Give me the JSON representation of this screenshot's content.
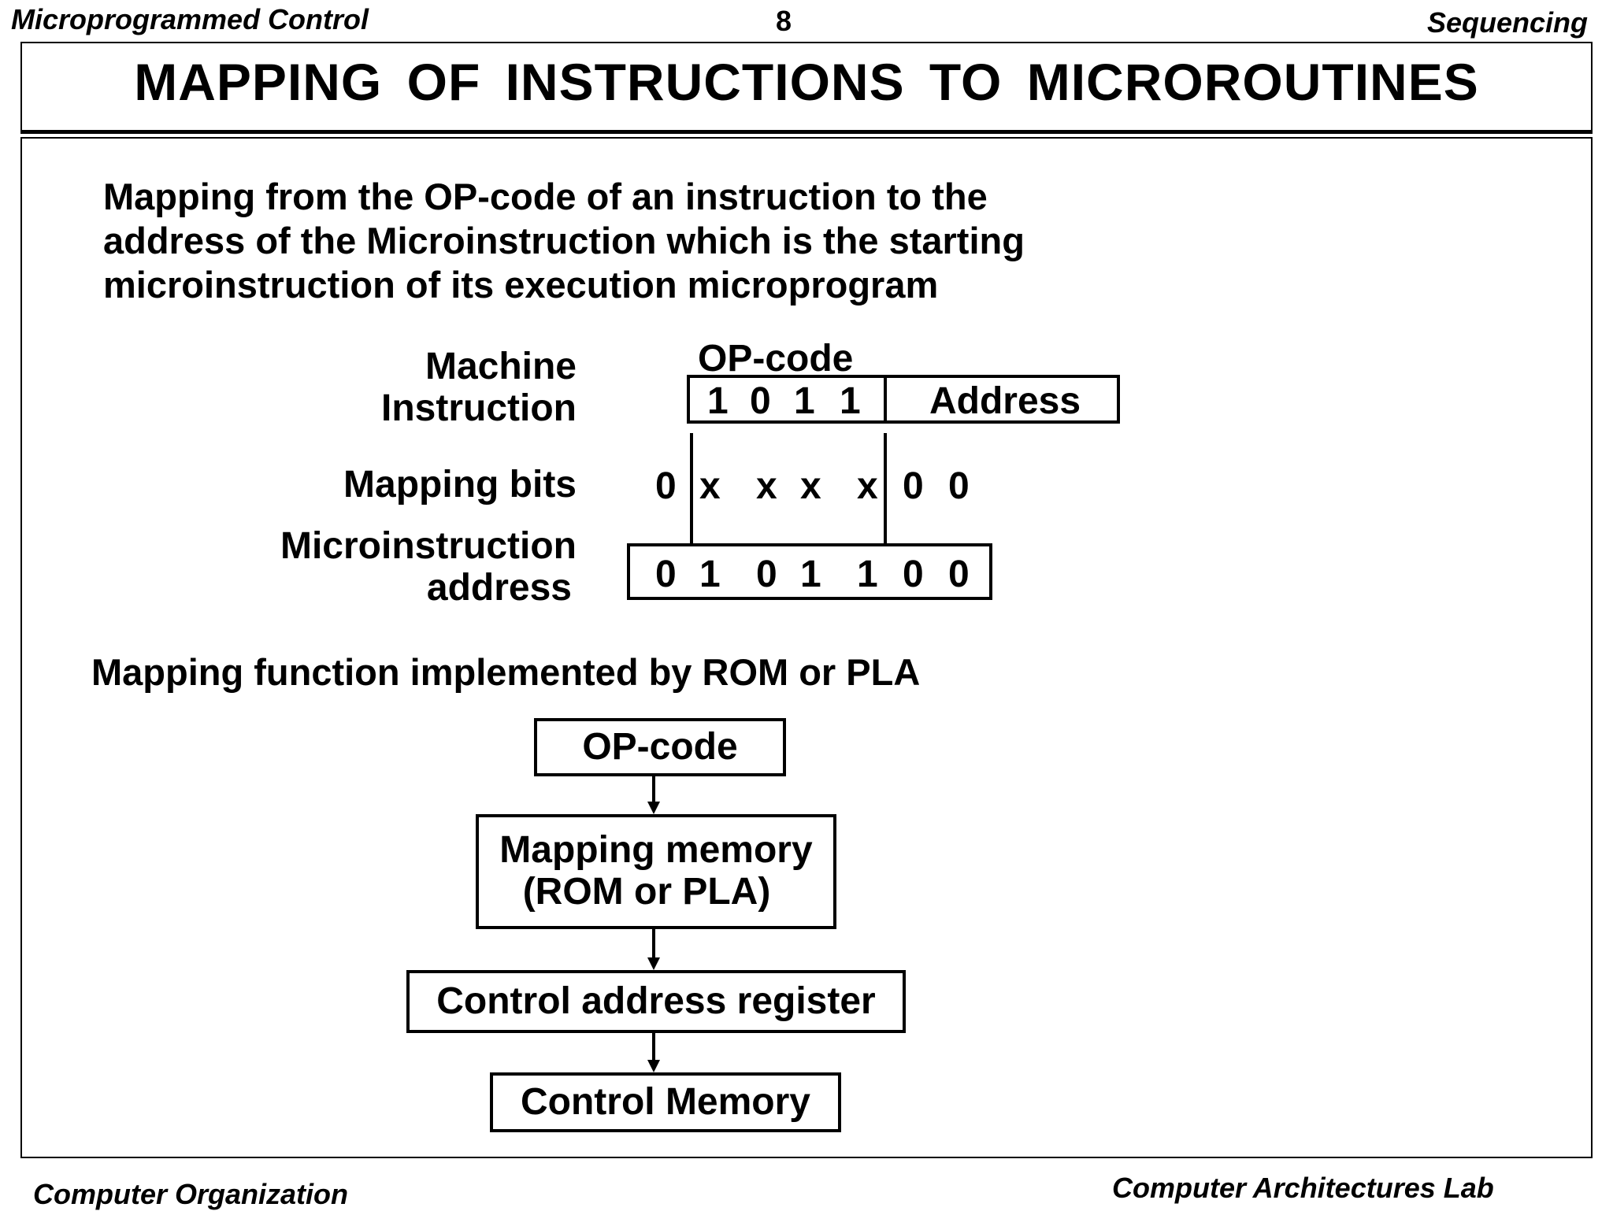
{
  "header": {
    "left": "Microprogrammed Control",
    "page_number": "8",
    "right": "Sequencing"
  },
  "title": "MAPPING  OF  INSTRUCTIONS  TO  MICROROUTINES",
  "intro": {
    "line1": "Mapping from the OP-code of an instruction to the",
    "line2": "address of the Microinstruction which is the starting",
    "line3": "microinstruction of its execution microprogram"
  },
  "mapping_diagram": {
    "machine_instruction_label_line1": "Machine",
    "machine_instruction_label_line2": "Instruction",
    "opcode_label": "OP-code",
    "opcode_bits": [
      "1",
      "0",
      "1",
      "1"
    ],
    "address_field": "Address",
    "mapping_bits_label": "Mapping bits",
    "mapping_bits": [
      "0",
      "x",
      "x",
      "x",
      "x",
      "0",
      "0"
    ],
    "microinstruction_address_label_line1": "Microinstruction",
    "microinstruction_address_label_line2": "address",
    "microinstruction_address_bits": [
      "0",
      "1",
      "0",
      "1",
      "1",
      "0",
      "0"
    ]
  },
  "mapping_function_heading": "Mapping function implemented by ROM or PLA",
  "flow": {
    "opcode": "OP-code",
    "mapping_memory_line1": "Mapping memory",
    "mapping_memory_line2": "(ROM or PLA)",
    "control_address_register": "Control address register",
    "control_memory": "Control Memory"
  },
  "footer": {
    "left": "Computer Organization",
    "right": "Computer Architectures Lab"
  }
}
